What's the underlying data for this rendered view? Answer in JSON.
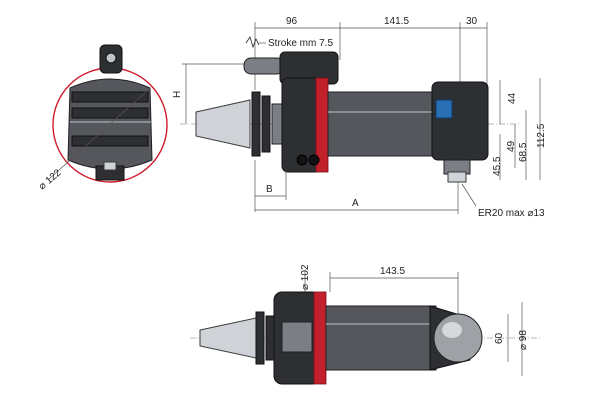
{
  "dimensions": {
    "top_96": "96",
    "top_141_5": "141.5",
    "top_30": "30",
    "stroke": "Stroke mm 7.5",
    "h": "H",
    "b": "B",
    "a": "A",
    "d44": "44",
    "d49": "49",
    "d45_5": "45.5",
    "d68_5": "68.5",
    "d112_5": "112.5",
    "dia122": "⌀ 122",
    "er20": "ER20 max ⌀13",
    "dia102": "⌀ 102",
    "d143_5": "143.5",
    "d60": "60",
    "dia98": "⌀ 98"
  },
  "colors": {
    "body": "#55575c",
    "dark": "#2d2f33",
    "ring": "#c2202a",
    "cone": "#cfd2d6",
    "badge": "#2a6fb3"
  }
}
